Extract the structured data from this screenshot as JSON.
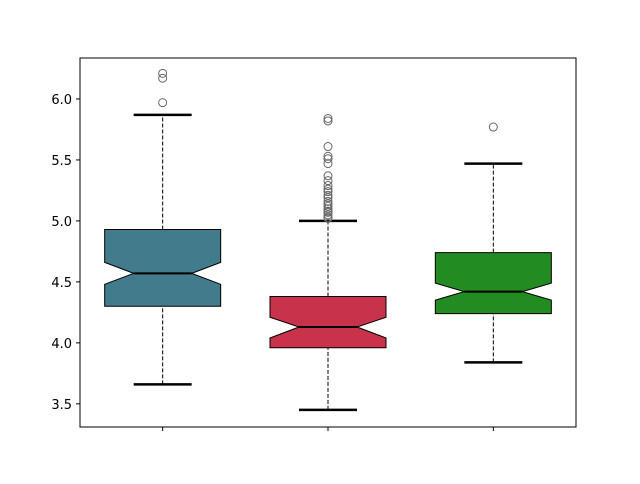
{
  "chart_data": {
    "type": "boxplot",
    "title": "",
    "xlabel": "",
    "ylabel": "",
    "ylim": [
      3.31,
      6.336
    ],
    "yticks": [
      3.5,
      4.0,
      4.5,
      5.0,
      5.5,
      6.0
    ],
    "ytick_labels": [
      "3.5",
      "4.0",
      "4.5",
      "5.0",
      "5.5",
      "6.0"
    ],
    "xtick_labels": [
      "",
      "",
      ""
    ],
    "notched": true,
    "boxes": [
      {
        "color": "#427b8c",
        "whislo": 3.66,
        "q1": 4.3,
        "notch_lo": 4.48,
        "med": 4.57,
        "notch_hi": 4.66,
        "q3": 4.93,
        "whishi": 5.87,
        "fliers": [
          6.21,
          6.17,
          5.97
        ]
      },
      {
        "color": "#c8324a",
        "whislo": 3.45,
        "q1": 3.96,
        "notch_lo": 4.04,
        "med": 4.13,
        "notch_hi": 4.21,
        "q3": 4.38,
        "whishi": 5.0,
        "fliers": [
          5.84,
          5.82,
          5.61,
          5.53,
          5.51,
          5.47,
          5.37,
          5.33,
          5.29,
          5.26,
          5.24,
          5.21,
          5.19,
          5.16,
          5.14,
          5.12,
          5.1,
          5.08,
          5.07,
          5.05,
          5.03,
          5.02
        ]
      },
      {
        "color": "#228b22",
        "whislo": 3.84,
        "q1": 4.24,
        "notch_lo": 4.35,
        "med": 4.42,
        "notch_hi": 4.49,
        "q3": 4.74,
        "whishi": 5.47,
        "fliers": [
          5.77
        ]
      }
    ]
  }
}
